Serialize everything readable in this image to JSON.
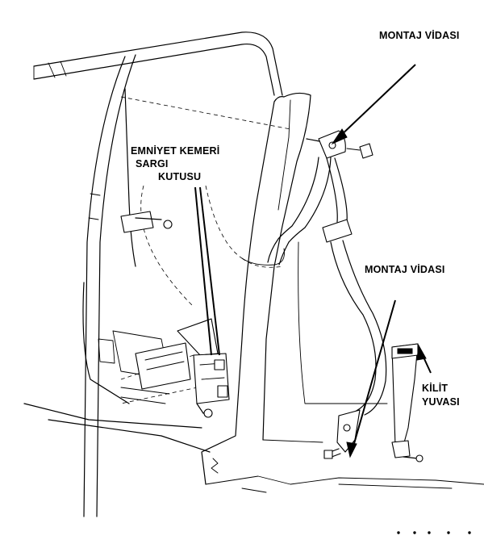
{
  "labels": {
    "mount_bolt_top": "MONTAJ VİDASI",
    "retractor_line1": "EMNİYET KEMERİ",
    "retractor_line2": "SARGI",
    "retractor_line3": "KUTUSU",
    "mount_bolt_lower": "MONTAJ VİDASI",
    "buckle_line1": "KİLİT",
    "buckle_line2": "YUVASI"
  },
  "colors": {
    "line": "#000000",
    "background": "#ffffff"
  }
}
